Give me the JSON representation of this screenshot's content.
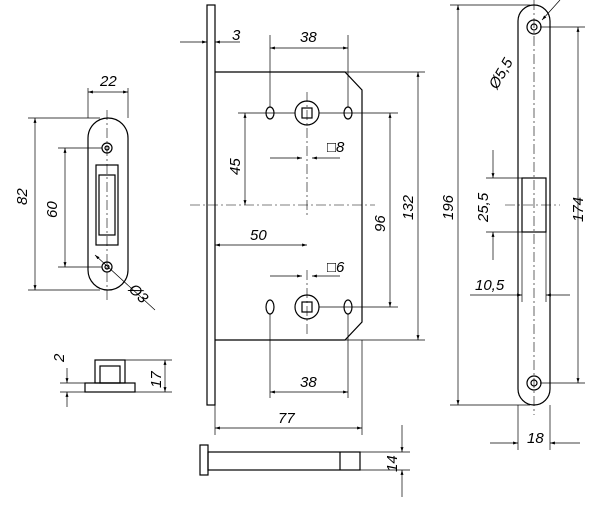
{
  "strike_plate": {
    "width": "22",
    "height": "82",
    "screw_spacing": "60",
    "screw_hole": "Ø3"
  },
  "strike_side": {
    "offset": "2",
    "depth": "17"
  },
  "lock_body": {
    "faceplate_thickness": "3",
    "top_hole_spacing": "38",
    "latch_to_spindle": "45",
    "upper_square": "□8",
    "backset": "50",
    "lower_square": "□6",
    "spindle_spacing": "96",
    "body_height": "132",
    "bottom_hole_spacing": "38",
    "body_depth": "77"
  },
  "lock_bottom": {
    "thickness": "14"
  },
  "faceplate": {
    "screw_hole": "Ø5,5",
    "length": "196",
    "screw_spacing": "174",
    "latch_height": "25,5",
    "latch_width": "10,5",
    "width": "18"
  }
}
